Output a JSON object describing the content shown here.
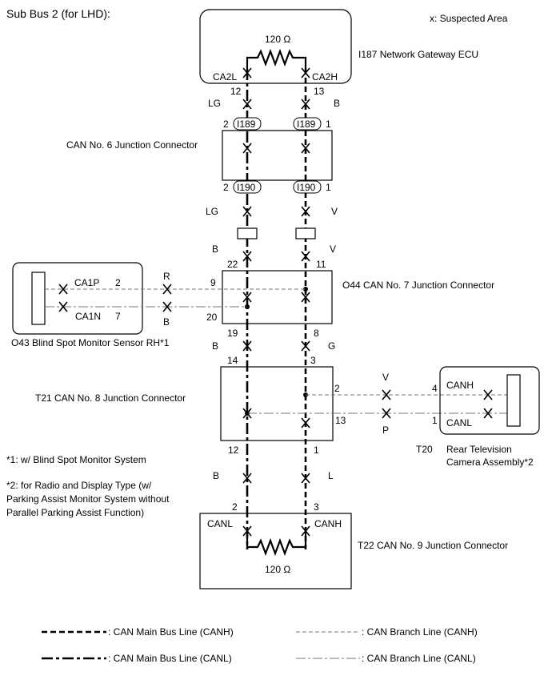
{
  "title": "Sub Bus 2 (for LHD):",
  "legend_suspected": "x: Suspected Area",
  "gateway": {
    "label": "I187  Network Gateway ECU",
    "resistor": "120 Ω",
    "pin_l_name": "CA2L",
    "pin_h_name": "CA2H",
    "pin_l": "12",
    "pin_h": "13",
    "wire_l": "LG",
    "wire_h": "B"
  },
  "jc6": {
    "label": "CAN No. 6 Junction Connector",
    "conn_in": "I189",
    "conn_out": "I190",
    "pin_l_in": "2",
    "pin_h_in": "1",
    "pin_l_out": "2",
    "pin_h_out": "1",
    "wire_l_out": "LG",
    "wire_h_out": "V"
  },
  "jc7": {
    "label": "O44  CAN No. 7 Junction Connector",
    "wire_l_in": "B",
    "wire_h_in": "V",
    "pin_l_in": "22",
    "pin_h_in": "11",
    "pin_branch_h": "9",
    "pin_branch_l": "20",
    "pin_l_out": "19",
    "pin_h_out": "8",
    "wire_l_out": "B",
    "wire_h_out": "G"
  },
  "sensor": {
    "label": "O43 Blind Spot Monitor Sensor RH*1",
    "pin_p_name": "CA1P",
    "pin_n_name": "CA1N",
    "pin_p": "2",
    "pin_n": "7",
    "wire_p": "R",
    "wire_n": "B"
  },
  "jc8": {
    "label": "T21   CAN No. 8 Junction Connector",
    "pin_l_in": "14",
    "pin_h_in": "3",
    "pin_branch_h": "2",
    "pin_branch_l": "13",
    "pin_l_out": "12",
    "pin_h_out": "1",
    "wire_l_out": "B",
    "wire_h_out": "L"
  },
  "camera": {
    "id": "T20",
    "label_line1": "Rear Television",
    "label_line2": "Camera Assembly*2",
    "pin_h_name": "CANH",
    "pin_l_name": "CANL",
    "pin_h": "4",
    "pin_l": "1",
    "wire_h": "V",
    "wire_l": "P"
  },
  "jc9": {
    "label": "T22  CAN No. 9 Junction Connector",
    "pin_l_name": "CANL",
    "pin_h_name": "CANH",
    "pin_l": "2",
    "pin_h": "3",
    "resistor": "120 Ω"
  },
  "notes": {
    "n1": "*1: w/ Blind Spot Monitor System",
    "n2_line1": "*2: for Radio and Display Type (w/",
    "n2_line2": "Parking Assist Monitor System without",
    "n2_line3": "Parallel Parking Assist Function)"
  },
  "legend": {
    "main_h": ": CAN Main Bus Line (CANH)",
    "main_l": ": CAN Main Bus Line (CANL)",
    "branch_h": ": CAN Branch Line (CANH)",
    "branch_l": ": CAN Branch Line (CANL)"
  }
}
